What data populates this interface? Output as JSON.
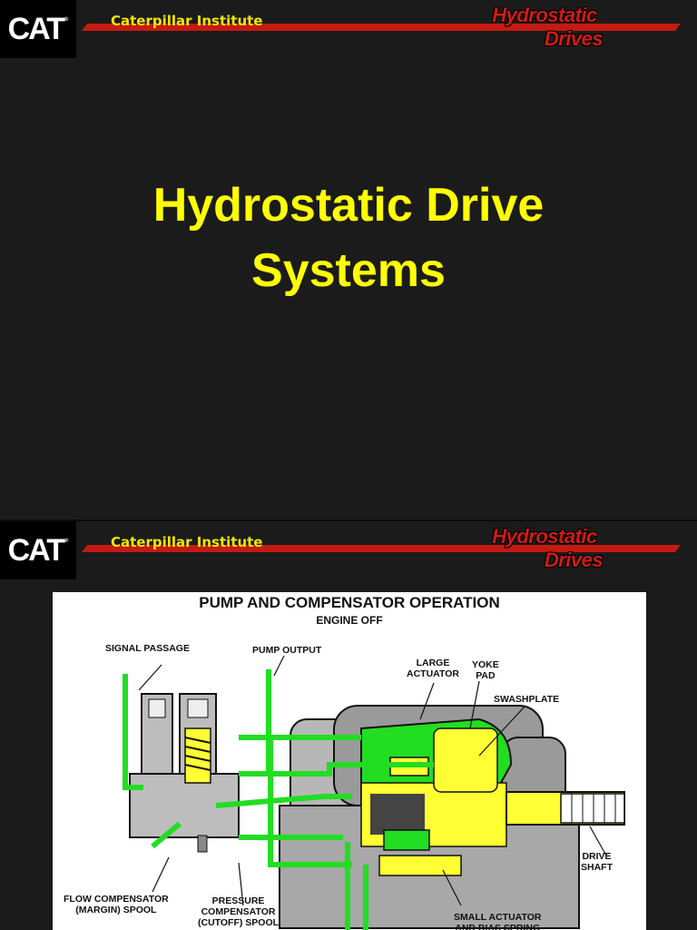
{
  "header": {
    "logo_text": "CAT",
    "logo_mark": "®",
    "institute": "Caterpillar Institute",
    "brand_line1": "Hydrostatic",
    "brand_line2": "Drives"
  },
  "slide1": {
    "title_line1": "Hydrostatic Drive",
    "title_line2": "Systems"
  },
  "slide2": {
    "figure_title": "PUMP AND COMPENSATOR OPERATION",
    "figure_subtitle": "ENGINE OFF",
    "labels": {
      "signal_passage": "SIGNAL PASSAGE",
      "pump_output": "PUMP OUTPUT",
      "large_actuator": "LARGE\nACTUATOR",
      "yoke_pad": "YOKE\nPAD",
      "swashplate": "SWASHPLATE",
      "drive_shaft": "DRIVE\nSHAFT",
      "flow_compensator": "FLOW COMPENSATOR\n(MARGIN) SPOOL",
      "pressure_compensator": "PRESSURE\nCOMPENSATOR\n(CUTOFF) SPOOL",
      "small_actuator": "SMALL ACTUATOR\nAND BIAS SPRING"
    }
  },
  "colors": {
    "background": "#1b1b1b",
    "title_yellow": "#ffff00",
    "header_yellow": "#f2e600",
    "brand_red": "#d11b14",
    "oil_green": "#22dd22",
    "part_yellow": "#ffff33"
  }
}
